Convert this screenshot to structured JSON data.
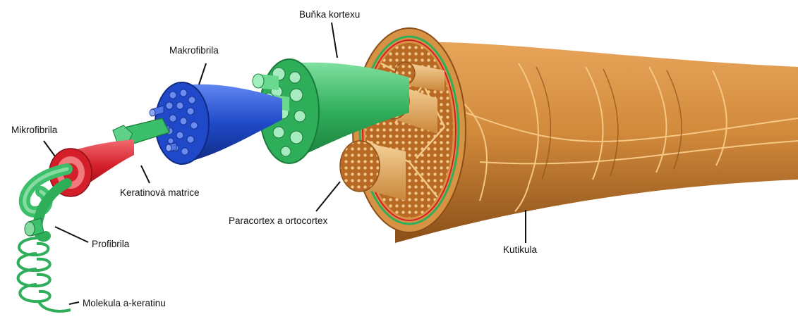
{
  "labels": {
    "bunka_kortexu": "Buňka kortexu",
    "makrofibrila": "Makrofibrila",
    "mikrofibrila": "Mikrofibrila",
    "keratinova_matrice": "Keratinová matrice",
    "profibrila": "Profibrila",
    "molekula": "Molekula a-keratinu",
    "paracortex": "Paracortex a ortocortex",
    "kutikula": "Kutikula"
  },
  "colors": {
    "hair_main": "#d28a3c",
    "hair_dark": "#9a5a1e",
    "hair_light": "#f0c07a",
    "cortex_green": "#2fae5a",
    "cortex_green_light": "#86dba0",
    "macro_blue": "#1f49c8",
    "macro_blue_light": "#6a8cf0",
    "micro_red": "#d41e2a",
    "micro_red_light": "#f07a7e",
    "proto_green": "#3cbf6a"
  }
}
